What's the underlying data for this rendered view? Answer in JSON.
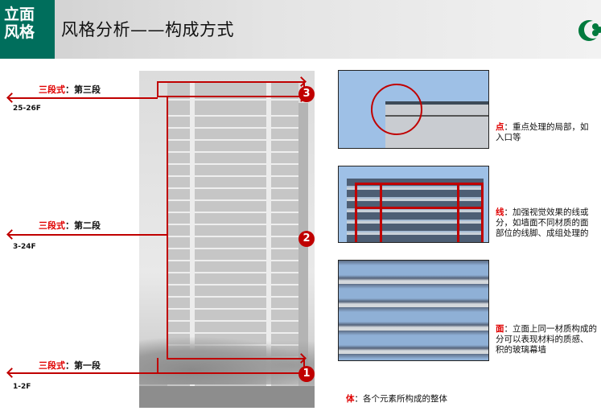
{
  "header": {
    "section_badge_line1": "立面",
    "section_badge_line2": "风格",
    "title": "风格分析——构成方式",
    "logo_icon": "crescent-clover-logo",
    "brand_color": "#006e5c"
  },
  "segments": [
    {
      "prefix": "三段式",
      "sep": "：",
      "name": "第三段",
      "floors": "25-26F",
      "badge": "3"
    },
    {
      "prefix": "三段式",
      "sep": "：",
      "name": "第二段",
      "floors": "3-24F",
      "badge": "2"
    },
    {
      "prefix": "三段式",
      "sep": "：",
      "name": "第一段",
      "floors": "1-2F",
      "badge": "1"
    }
  ],
  "elements": [
    {
      "key": "点",
      "sep": "：",
      "lines": [
        "重点处理的局部，如",
        "入口等"
      ]
    },
    {
      "key": "线",
      "sep": "：",
      "lines": [
        "加强视觉效果的线或",
        "分，如墙面不同材质的面",
        "部位的线脚、成组处理的"
      ]
    },
    {
      "key": "面",
      "sep": "：",
      "lines": [
        "立面上同一材质构成的",
        "分可以表现材料的质感、",
        "积的玻璃幕墙"
      ]
    },
    {
      "key": "体",
      "sep": "：",
      "lines": [
        "各个元素所构成的整体"
      ]
    }
  ],
  "colors": {
    "accent_red": "#c00000",
    "label_red": "#e00000"
  }
}
